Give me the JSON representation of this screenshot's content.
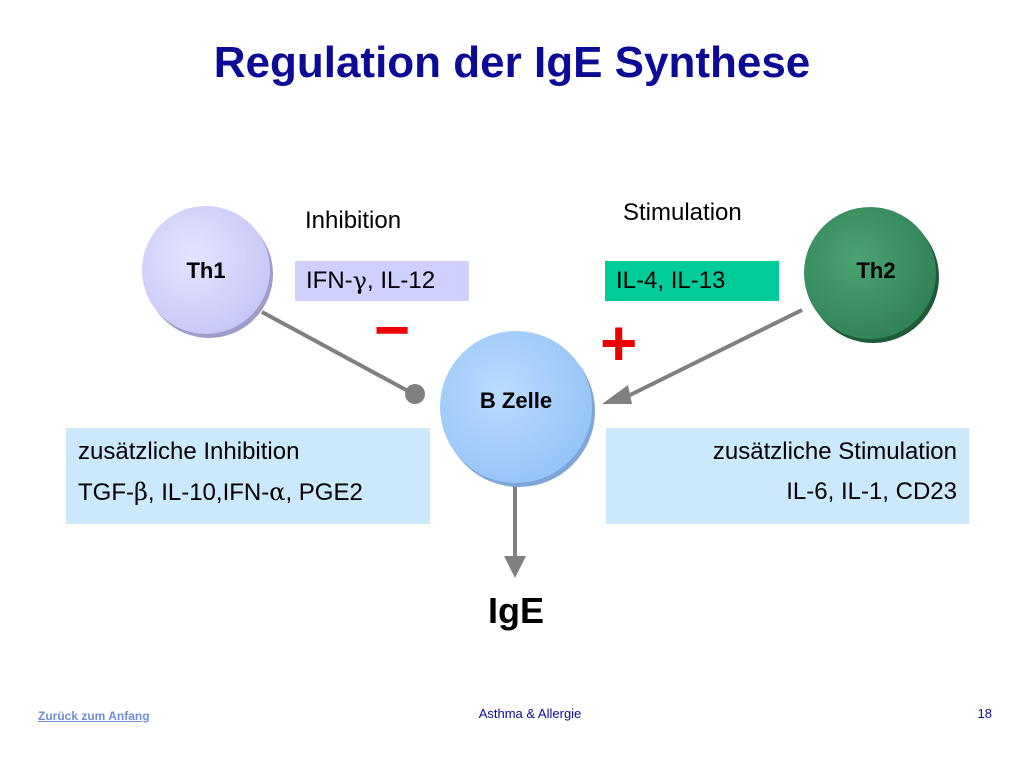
{
  "title": "Regulation der IgE Synthese",
  "nodes": {
    "th1": "Th1",
    "th2": "Th2",
    "bcell": "B Zelle",
    "ige": "IgE"
  },
  "inhibition": {
    "label": "Inhibition",
    "cytokines_prefix": "IFN-",
    "cytokines_symbol": "γ",
    "cytokines_suffix": ", IL-12",
    "sign": "−"
  },
  "stimulation": {
    "label": "Stimulation",
    "cytokines": "IL-4, IL-13",
    "sign": "+"
  },
  "extra_inhibition": {
    "heading": "zusätzliche Inhibition",
    "line_part1": "TGF-",
    "beta": "β",
    "line_part2": ", IL-10,IFN-",
    "alpha": "α",
    "line_part3": ", PGE2"
  },
  "extra_stimulation": {
    "heading": "zusätzliche Stimulation",
    "line": "IL-6, IL-1, CD23"
  },
  "footer": {
    "link": "Zurück zum Anfang",
    "center": "Asthma & Allergie",
    "page": "18"
  },
  "colors": {
    "title": "#0b0b96",
    "th1_fill": "#d0d0ff",
    "th2_fill": "#3a8f5e",
    "bcell_fill": "#a8d0fb",
    "inhibition_box": "#d0d0ff",
    "stimulation_box": "#00cc99",
    "info_box": "#cce9fb",
    "sign": "#ee0000",
    "connector": "#808080"
  }
}
